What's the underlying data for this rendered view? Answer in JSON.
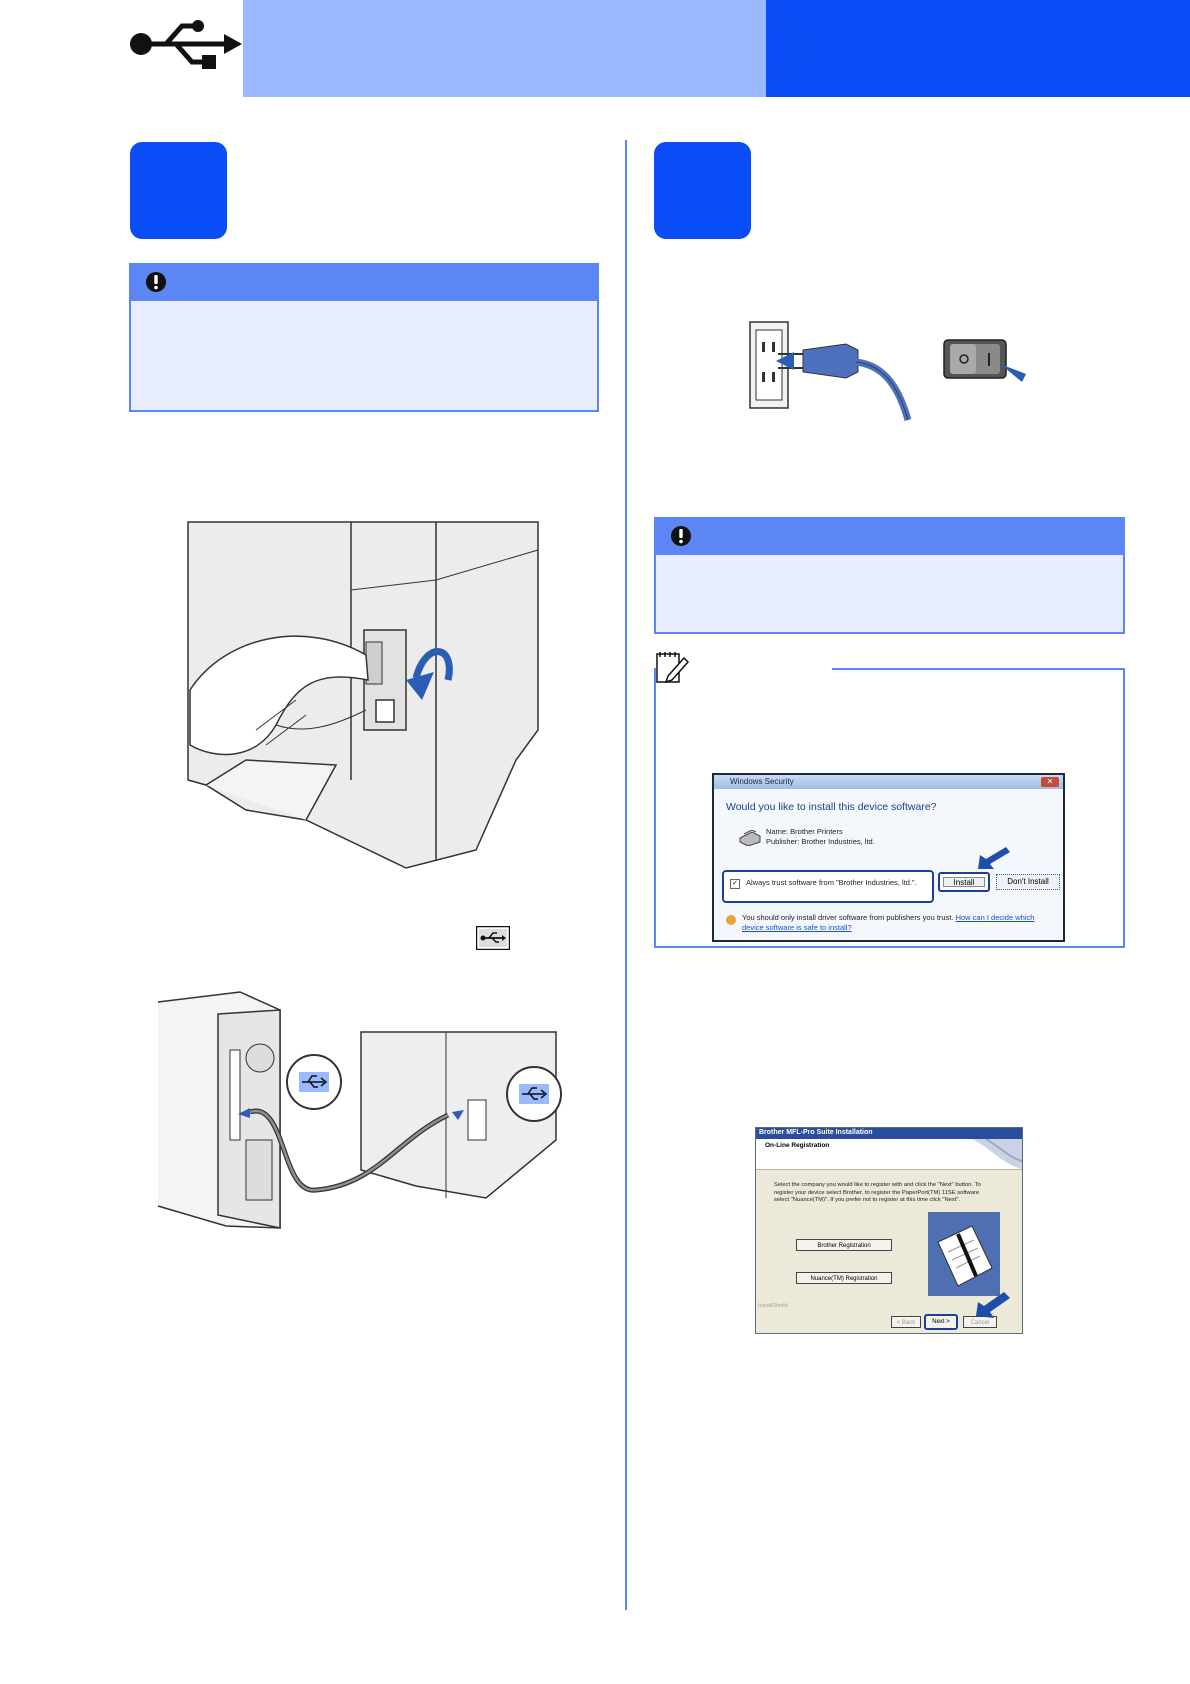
{
  "colors": {
    "accent": "#0a4cf5",
    "light_accent": "#9ab9ff",
    "box_border": "#5b86f3",
    "box_fill": "#e8eeff"
  },
  "header": {
    "icon": "usb-icon"
  },
  "important_boxes": {
    "icon": "exclamation-icon"
  },
  "note_box": {
    "icon": "note-pad-icon"
  },
  "win_security_dialog": {
    "title": "Windows Security",
    "question": "Would you like to install this device software?",
    "name_line": "Name: Brother Printers",
    "publisher_line": "Publisher: Brother Industries, ltd.",
    "trust_label": "Always trust software from \"Brother Industries, ltd.\".",
    "install_button": "Install",
    "dont_install_button": "Don't Install",
    "warning_text": "You should only install driver software from publishers you trust.",
    "warning_link": "How can I decide which device software is safe to install?"
  },
  "mfl_dialog": {
    "title": "Brother MFL-Pro Suite Installation",
    "section": "On-Line Registration",
    "instruction": "Select the company you would like to register with and click the \"Next\" button. To register your device select Brother, to register the PaperPort(TM) 11SE software select \"Nuance(TM)\". If you prefer not to register at this time click \"Next\".",
    "brother_button": "Brother Registration",
    "nuance_button": "Nuance(TM) Registration",
    "installshield_label": "InstallShield",
    "back_button": "< Back",
    "next_button": "Next >",
    "cancel_button": "Cancel"
  }
}
